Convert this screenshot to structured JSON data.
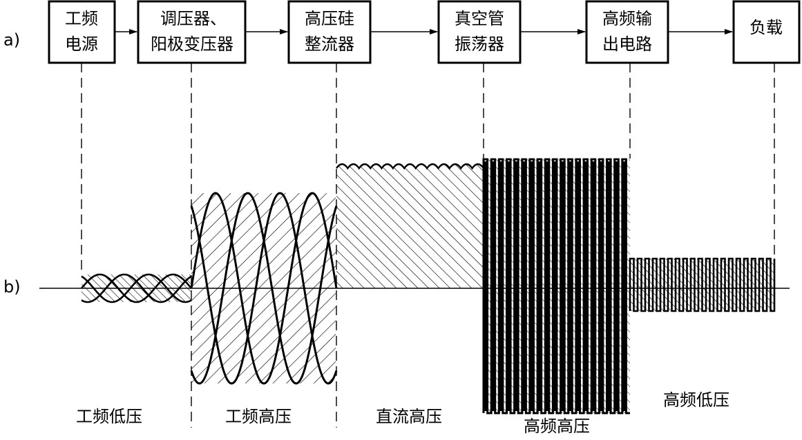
{
  "row_labels": {
    "a": "a)",
    "b": "b)"
  },
  "blocks": [
    {
      "id": "power",
      "lines": [
        "工频",
        "电源"
      ]
    },
    {
      "id": "transformer",
      "lines": [
        "调压器、",
        "阳极变压器"
      ]
    },
    {
      "id": "rectifier",
      "lines": [
        "高压硅",
        "整流器"
      ]
    },
    {
      "id": "oscillator",
      "lines": [
        "真空管",
        "振荡器"
      ]
    },
    {
      "id": "output",
      "lines": [
        "高频输",
        "出电路"
      ]
    },
    {
      "id": "load",
      "lines": [
        "负载"
      ]
    }
  ],
  "segment_labels": [
    "工频低压",
    "工频高压",
    "直流高压",
    "高频高压",
    "高频低压"
  ],
  "colors": {
    "line": "#000000",
    "background": "#ffffff"
  }
}
